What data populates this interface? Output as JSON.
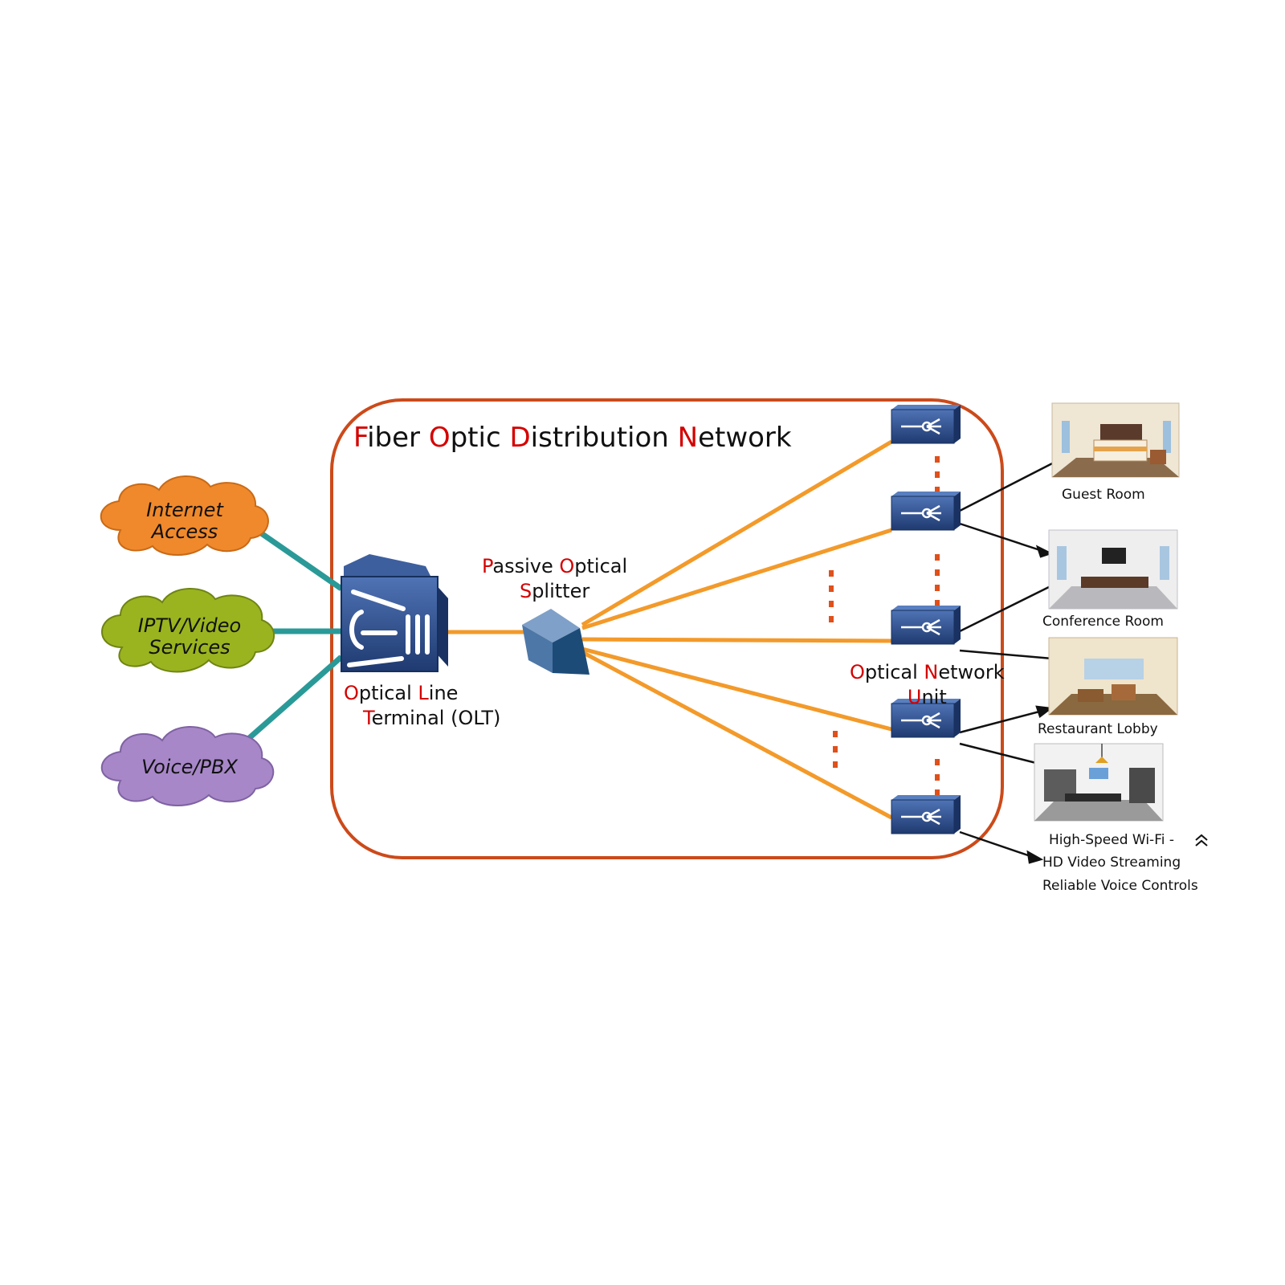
{
  "title": {
    "parts": [
      {
        "initial": "F",
        "rest": "iber "
      },
      {
        "initial": "O",
        "rest": "ptic "
      },
      {
        "initial": "D",
        "rest": "istribution "
      },
      {
        "initial": "N",
        "rest": "etwork"
      }
    ]
  },
  "services": [
    {
      "line1": "Internet",
      "line2": "Access",
      "color": "#f0892c"
    },
    {
      "line1": "IPTV/Video",
      "line2": "Services",
      "color": "#9ab420"
    },
    {
      "line1": "Voice/PBX",
      "line2": "",
      "color": "#a787c8"
    }
  ],
  "olt": {
    "line1": {
      "initial": "O",
      "rest": "ptical ",
      "initial2": "L",
      "rest2": "ine"
    },
    "line2": {
      "initial": "T",
      "rest": "erminal (OLT)"
    }
  },
  "splitter": {
    "line1": {
      "initial": "P",
      "rest": "assive ",
      "initial2": "O",
      "rest2": "ptical"
    },
    "line2": {
      "initial": "S",
      "rest": "plitter"
    }
  },
  "onu": {
    "line1": {
      "initial": "O",
      "rest": "ptical ",
      "initial2": "N",
      "rest2": "etwork"
    },
    "line2": {
      "initial": "U",
      "rest": "nit"
    }
  },
  "rooms": [
    "Guest Room",
    "Conference Room",
    "Restaurant Lobby"
  ],
  "features": [
    "High-Speed Wi-Fi -",
    "HD Video Streaming",
    "Reliable Voice Controls"
  ],
  "colors": {
    "border": "#cc4a1a",
    "fiber": "#f39a2a",
    "teal": "#2a9a98",
    "device": "#2e4f88",
    "accent_red": "#d40000"
  }
}
